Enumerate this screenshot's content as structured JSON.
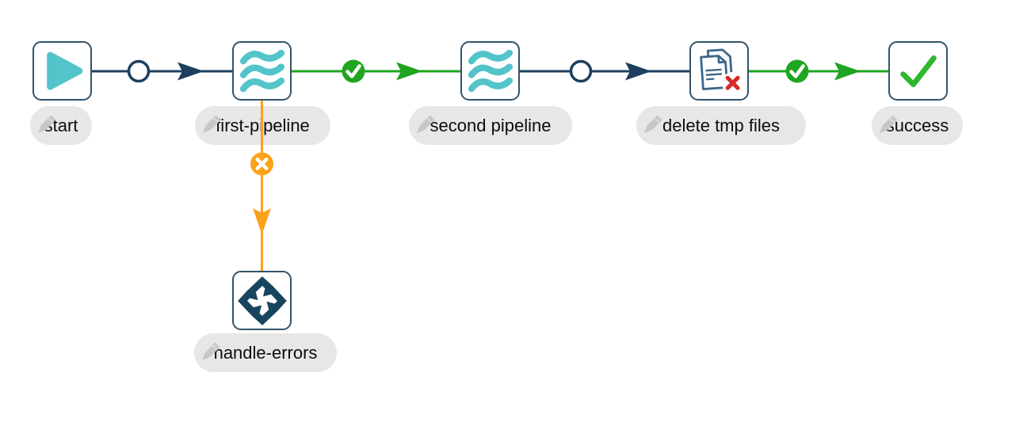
{
  "app": {
    "name": "workflow-editor-canvas"
  },
  "workflow": {
    "nodes": [
      {
        "id": "start",
        "label": "start",
        "icon": "play-icon"
      },
      {
        "id": "first-pipeline",
        "label": "first-pipeline",
        "icon": "pipeline-waves-icon"
      },
      {
        "id": "second-pipeline",
        "label": "second pipeline",
        "icon": "pipeline-waves-icon"
      },
      {
        "id": "delete-tmp-files",
        "label": "delete tmp files",
        "icon": "delete-files-icon"
      },
      {
        "id": "success",
        "label": "success",
        "icon": "check-icon"
      },
      {
        "id": "handle-errors",
        "label": "handle-errors",
        "icon": "workflow-cycle-icon"
      }
    ],
    "hops": [
      {
        "from": "start",
        "to": "first-pipeline",
        "result": "unconditional",
        "status_icon": "empty-circle-icon",
        "color": "#1d3f5f"
      },
      {
        "from": "first-pipeline",
        "to": "second-pipeline",
        "result": "on-success",
        "status_icon": "green-check-circle-icon",
        "color": "#1fa51f"
      },
      {
        "from": "second-pipeline",
        "to": "delete-tmp-files",
        "result": "unconditional",
        "status_icon": "empty-circle-icon",
        "color": "#1d3f5f"
      },
      {
        "from": "delete-tmp-files",
        "to": "success",
        "result": "on-success",
        "status_icon": "green-check-circle-icon",
        "color": "#1fa51f"
      },
      {
        "from": "first-pipeline",
        "to": "handle-errors",
        "result": "on-failure",
        "status_icon": "orange-x-circle-icon",
        "color": "#faa21b"
      }
    ]
  },
  "colors": {
    "node_border": "#33536b",
    "teal_icon": "#53c4c9",
    "navy_hop": "#1d3f5f",
    "green_hop": "#1fa51f",
    "green_check": "#2eb82e",
    "orange_hop": "#faa21b",
    "delete_red": "#d92828",
    "doc_outline": "#3c6589",
    "label_background": "#e7e7e7",
    "label_text": "#0c0c0c",
    "pencil_gray": "#c7c7c7"
  }
}
